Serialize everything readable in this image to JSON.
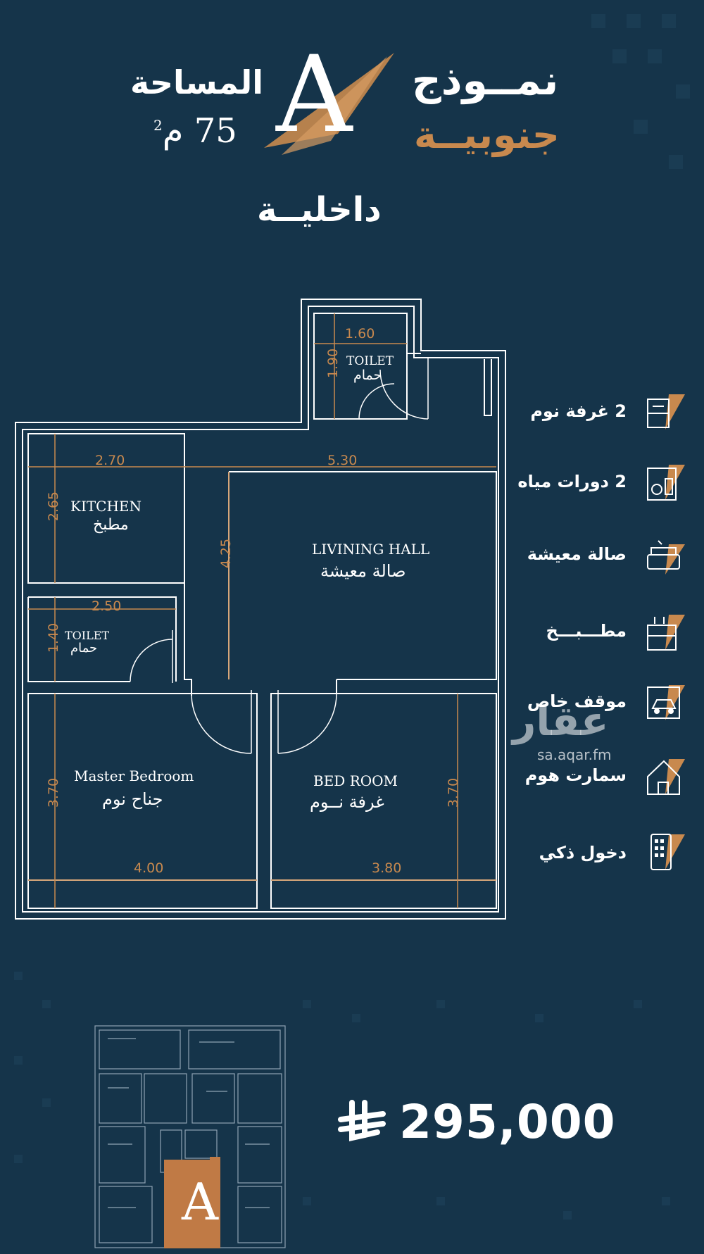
{
  "header": {
    "model_label": "نمــوذج",
    "model_letter": "A",
    "orientation": "جنوبيــة",
    "area_label": "المساحة",
    "area_value": "75 م",
    "area_unit_sup": "2",
    "location": "داخليــة"
  },
  "floor_plan": {
    "rooms": {
      "toilet_top_en": "TOILET",
      "toilet_top_ar": "حمام",
      "kitchen_en": "KITCHEN",
      "kitchen_ar": "مطبخ",
      "living_en": "LIVINING HALL",
      "living_ar": "صالة معيشة",
      "toilet_left_en": "TOILET",
      "toilet_left_ar": "حمام",
      "master_en": "Master Bedroom",
      "master_ar": "جناح نوم",
      "bed_en": "BED ROOM",
      "bed_ar": "غرفة نــوم"
    },
    "dimensions": {
      "toilet_top_w": "1.60",
      "toilet_top_h": "1.90",
      "kitchen_w": "2.70",
      "living_w": "5.30",
      "kitchen_h": "2.65",
      "living_h": "4.25",
      "toilet_left_w": "2.50",
      "toilet_left_h": "1.40",
      "master_h": "3.70",
      "bed_h": "3.70",
      "master_w": "4.00",
      "bed_w": "3.80"
    }
  },
  "features": [
    {
      "label": "2 غرفة نوم",
      "icon": "bed-icon"
    },
    {
      "label": "2 دورات مياه",
      "icon": "bathroom-icon"
    },
    {
      "label": "صالة معيشة",
      "icon": "sofa-icon"
    },
    {
      "label": "مطـــبـــخ",
      "icon": "kitchen-icon"
    },
    {
      "label": "موقف خاص",
      "icon": "parking-icon"
    },
    {
      "label": "سمارت هوم",
      "icon": "smart-home-icon"
    },
    {
      "label": "دخول ذكي",
      "icon": "smart-lock-icon"
    }
  ],
  "watermark": {
    "brand": "عقار",
    "url": "sa.aqar.fm"
  },
  "price": {
    "value": "295,000",
    "currency_icon": "riyal-icon"
  },
  "site_plan": {
    "highlight_letter": "A"
  },
  "colors": {
    "background": "#15344a",
    "accent": "#c8894e",
    "lines": "#ffffff",
    "dimension": "#c8894e"
  }
}
